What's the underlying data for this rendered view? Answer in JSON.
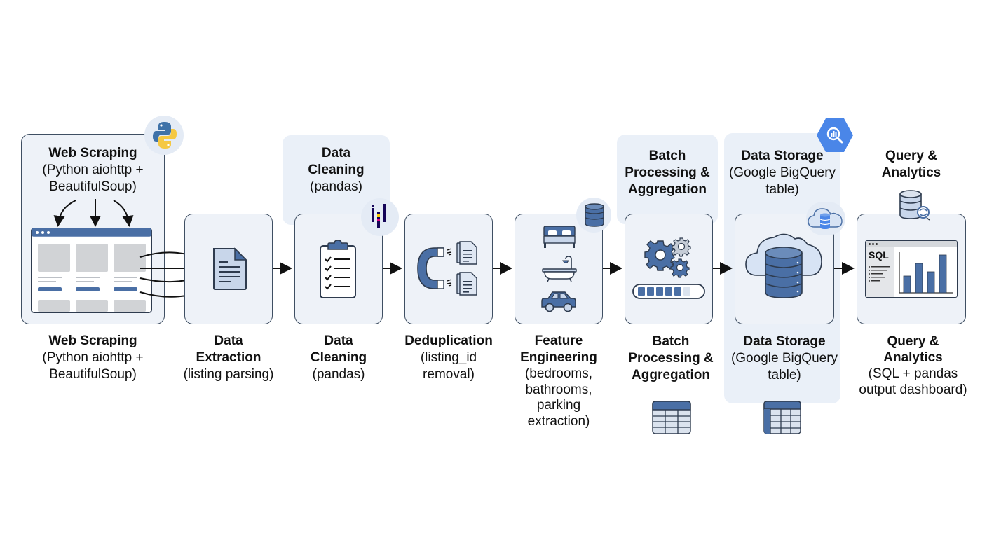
{
  "diagram": {
    "type": "pipeline-flow",
    "stages": [
      {
        "id": "web-scraping",
        "top_title": "Web Scraping",
        "top_sub": [
          "(Python aiohttp +",
          "BeautifulSoup)"
        ],
        "title": [
          "Web Scraping"
        ],
        "sub": [
          "(Python aiohttp +",
          "BeautifulSoup)"
        ],
        "icon": "browser-window-icon",
        "badge_icon": "python-logo-icon"
      },
      {
        "id": "data-extraction",
        "title": [
          "Data",
          "Extraction"
        ],
        "sub": [
          "(listing parsing)"
        ],
        "icon": "document-icon"
      },
      {
        "id": "data-cleaning",
        "top_title": [
          "Data",
          "Cleaning"
        ],
        "top_sub": [
          "(pandas)"
        ],
        "title": [
          "Data",
          "Cleaning"
        ],
        "sub": [
          "(pandas)"
        ],
        "icon": "clipboard-checklist-icon",
        "badge_icon": "pandas-logo-icon"
      },
      {
        "id": "deduplication",
        "title": [
          "Deduplication"
        ],
        "sub": [
          "(listing_id",
          "removal)"
        ],
        "icon": "magnet-documents-icon"
      },
      {
        "id": "feature-engineering",
        "title": [
          "Feature",
          "Engineering"
        ],
        "sub": [
          "(bedrooms,",
          "bathrooms,",
          "parking",
          "extraction)"
        ],
        "icon": "bed-bath-car-icons",
        "badge_icon": "database-icon"
      },
      {
        "id": "batch-processing",
        "top_title": [
          "Batch",
          "Processing &",
          "Aggregation"
        ],
        "title": [
          "Batch",
          "Processing &",
          "Aggregation"
        ],
        "sub": [],
        "icon": "gears-progress-icon",
        "footer_icon": "table-icon"
      },
      {
        "id": "data-storage",
        "top_title": [
          "Data Storage"
        ],
        "top_sub": [
          "(Google BigQuery",
          "table)"
        ],
        "title": [
          "Data Storage"
        ],
        "sub": [
          "(Google BigQuery",
          "table)"
        ],
        "icon": "cloud-database-icon",
        "badge_icon": "bigquery-logo-icon",
        "secondary_badge_icon": "cloud-database-small-icon",
        "footer_icon": "table-icon"
      },
      {
        "id": "query-analytics",
        "top_title": [
          "Query &",
          "Analytics"
        ],
        "title": [
          "Query &",
          "Analytics"
        ],
        "sub": [
          "(SQL + pandas",
          "output dashboard)"
        ],
        "icon": "sql-dashboard-icon",
        "badge_icon": "database-refresh-icon",
        "sql_label": "SQL"
      }
    ],
    "colors": {
      "primary_blue": "#4a6fa5",
      "panel_bg": "#eaf0f8",
      "card_bg": "#eef2f8",
      "border": "#3f4f63",
      "bigquery_blue": "#4a86e8",
      "python_blue": "#3f72a8",
      "python_yellow": "#f5c842"
    }
  }
}
